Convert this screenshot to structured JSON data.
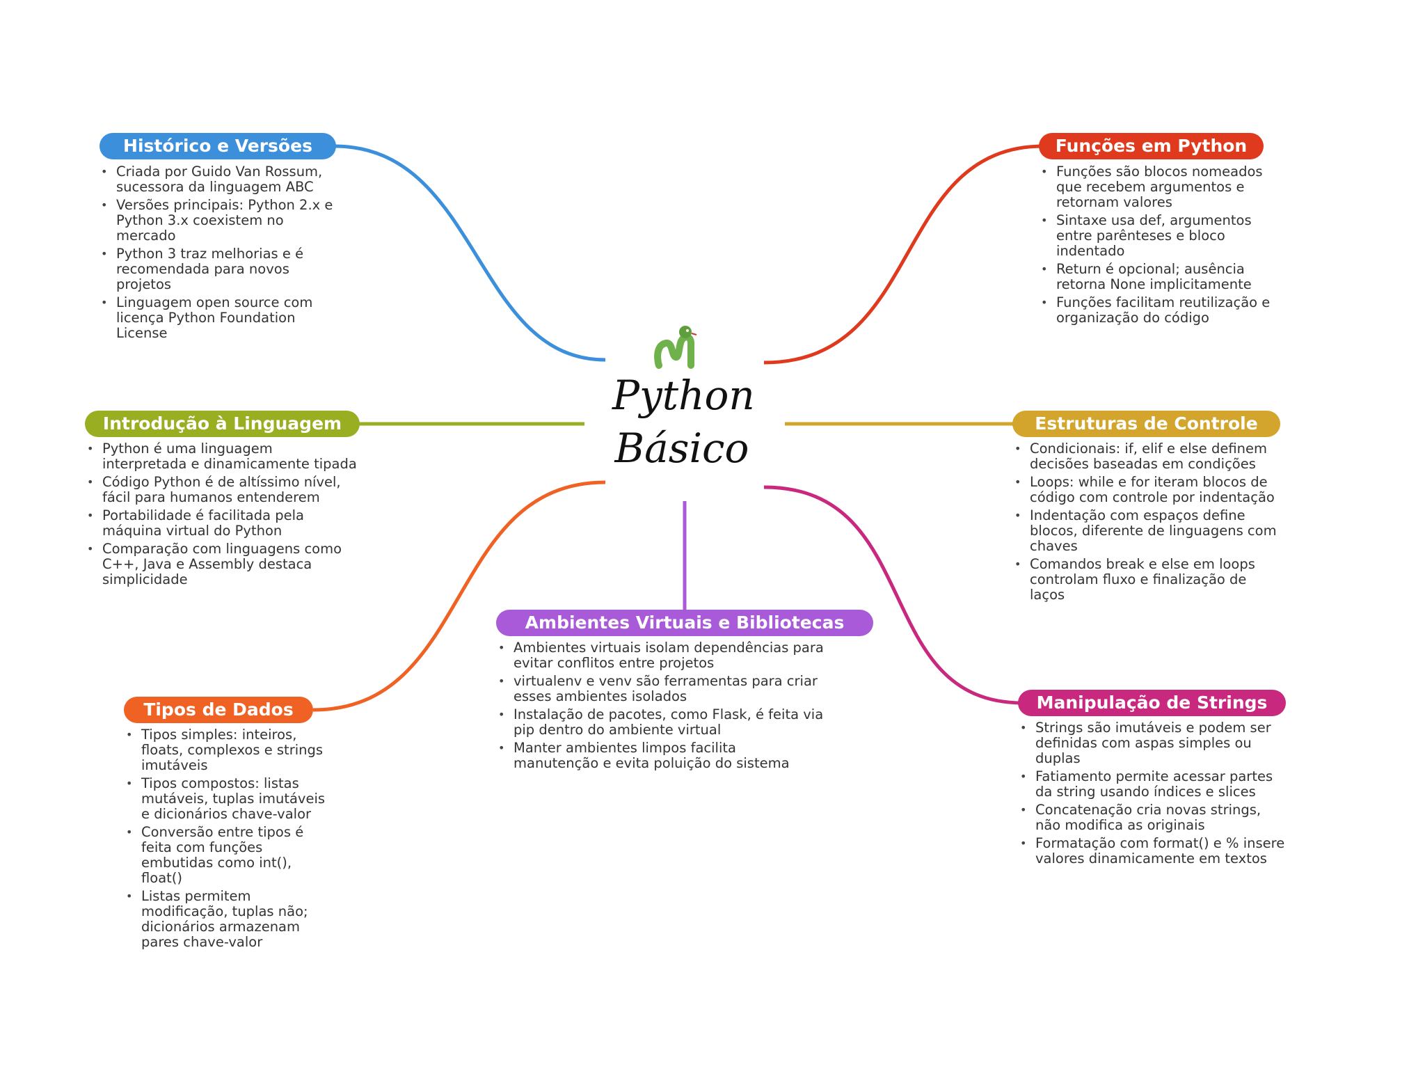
{
  "center": {
    "title_line1": "Python",
    "title_line2": "Básico",
    "icon": "snake-icon"
  },
  "branches": [
    {
      "key": "historico",
      "title": "Histórico e Versões",
      "color": "#3B8FDB",
      "items": [
        "Criada por Guido Van Rossum, sucessora da linguagem ABC",
        "Versões principais: Python 2.x e Python 3.x coexistem no mercado",
        "Python 3 traz melhorias e é recomendada para novos projetos",
        "Linguagem open source com licença Python Foundation License"
      ]
    },
    {
      "key": "introducao",
      "title": "Introdução à Linguagem",
      "color": "#9AAE22",
      "items": [
        "Python é uma linguagem interpretada e dinamicamente tipada",
        "Código Python é de altíssimo nível, fácil para humanos entenderem",
        "Portabilidade é facilitada pela máquina virtual do Python",
        "Comparação com linguagens como C++, Java e Assembly destaca simplicidade"
      ]
    },
    {
      "key": "tipos",
      "title": "Tipos de Dados",
      "color": "#F06224",
      "items": [
        "Tipos simples: inteiros, floats, complexos e strings imutáveis",
        "Tipos compostos: listas mutáveis, tuplas imutáveis e dicionários chave-valor",
        "Conversão entre tipos é feita com funções embutidas como int(), float()",
        "Listas permitem modificação, tuplas não; dicionários armazenam pares chave-valor"
      ]
    },
    {
      "key": "ambientes",
      "title": "Ambientes Virtuais e Bibliotecas",
      "color": "#A95AD8",
      "items": [
        "Ambientes virtuais isolam dependências para evitar conflitos entre projetos",
        "virtualenv e venv são ferramentas para criar esses ambientes isolados",
        "Instalação de pacotes, como Flask, é feita via pip dentro do ambiente virtual",
        "Manter ambientes limpos facilita manutenção e evita poluição do sistema"
      ]
    },
    {
      "key": "funcoes",
      "title": "Funções em Python",
      "color": "#E03A1E",
      "items": [
        "Funções são blocos nomeados que recebem argumentos e retornam valores",
        "Sintaxe usa def, argumentos entre parênteses e bloco indentado",
        "Return é opcional; ausência retorna None implicitamente",
        "Funções facilitam reutilização e organização do código"
      ]
    },
    {
      "key": "estruturas",
      "title": "Estruturas de Controle",
      "color": "#D4A52C",
      "items": [
        "Condicionais: if, elif e else definem decisões baseadas em condições",
        "Loops: while e for iteram blocos de código com controle por indentação",
        "Indentação com espaços define blocos, diferente de linguagens com chaves",
        "Comandos break e else em loops controlam fluxo e finalização de laços"
      ]
    },
    {
      "key": "strings",
      "title": "Manipulação de Strings",
      "color": "#C9287F",
      "items": [
        "Strings são imutáveis e podem ser definidas com aspas simples ou duplas",
        "Fatiamento permite acessar partes da string usando índices e slices",
        "Concatenação cria novas strings, não modifica as originais",
        "Formatação com format() e % insere valores dinamicamente em textos"
      ]
    }
  ]
}
